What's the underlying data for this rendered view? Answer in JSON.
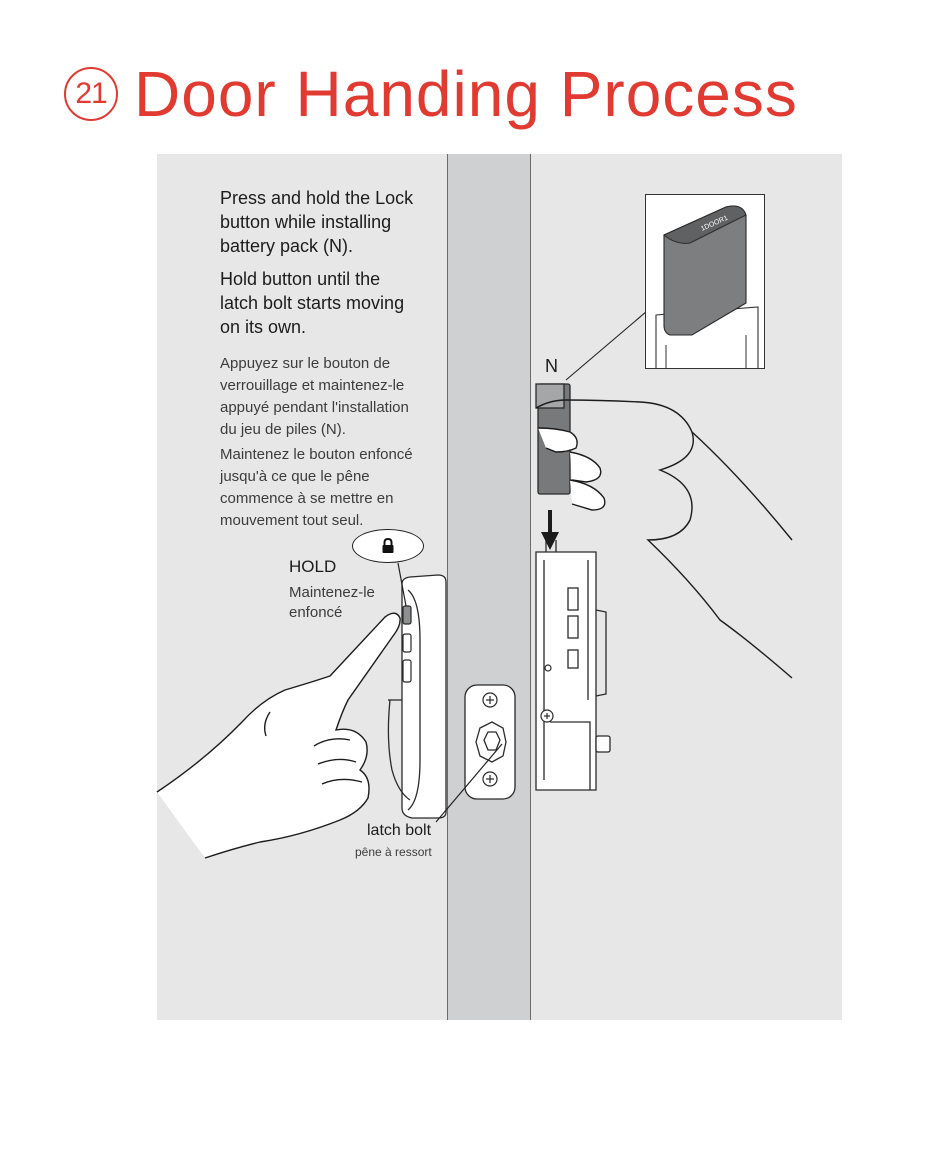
{
  "header": {
    "step_number": "21",
    "title": "Door Handing Process"
  },
  "instructions": {
    "en": [
      "Press and hold the Lock\nbutton while installing\nbattery pack (N).",
      "Hold button until the\nlatch bolt starts moving\non its own."
    ],
    "fr": [
      "Appuyez sur le bouton de\nverrouillage et maintenez-le\nappuyé pendant l'installation\ndu jeu de piles (N).",
      "Maintenez le bouton enfoncé\njusqu'à ce que le pêne\ncommence à se mettre en\nmouvement tout seul."
    ]
  },
  "callouts": {
    "hold_en": "HOLD",
    "hold_fr": "Maintenez-le\nenfoncé",
    "latch_en": "latch bolt",
    "latch_fr": "pêne à ressort",
    "battery_label": "N",
    "battery_text": "1DOOR1"
  },
  "icons": {
    "lock": "lock-icon",
    "arrow": "arrow-down-icon",
    "screw": "screw-icon"
  },
  "colors": {
    "accent": "#e03a31",
    "panel": "#e7e7e8",
    "door_edge": "#cfd0d1",
    "battery": "#77797b"
  }
}
